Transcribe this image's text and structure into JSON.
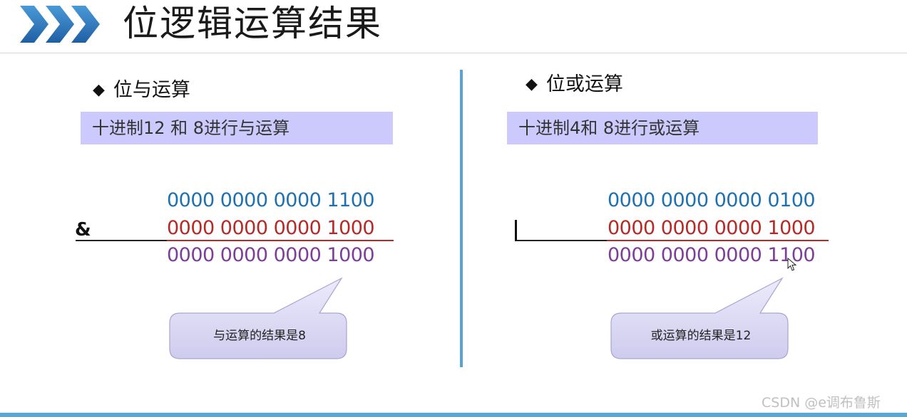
{
  "header": {
    "title": "位逻辑运算结果"
  },
  "left": {
    "heading": "位与运算",
    "description": "十进制12 和 8进行与运算",
    "operator": "&",
    "operand1": "0000 0000 0000 1100",
    "operand2": "0000 0000 0000 1000",
    "result": "0000 0000 0000 1000",
    "callout": "与运算的结果是8"
  },
  "right": {
    "heading": "位或运算",
    "description": "十进制4和 8进行或运算",
    "operand1": "0000 0000 0000 0100",
    "operand2": "0000 0000 0000 1000",
    "result": "0000 0000 0000 1100",
    "callout": "或运算的结果是12"
  },
  "watermark": "CSDN @e调布鲁斯",
  "colors": {
    "operand1": "#1e71b0",
    "operand2": "#b52a24",
    "result": "#7d3e9b",
    "description_box": "#cccafc",
    "callout_fill": "#dcd9f2",
    "divider": "#5aa3cf",
    "header_chevrons": "#2f7ab8"
  },
  "icons": {
    "header": "triple-chevron-icon",
    "bullet": "diamond-bullet-icon",
    "cursor": "mouse-pointer-icon"
  }
}
